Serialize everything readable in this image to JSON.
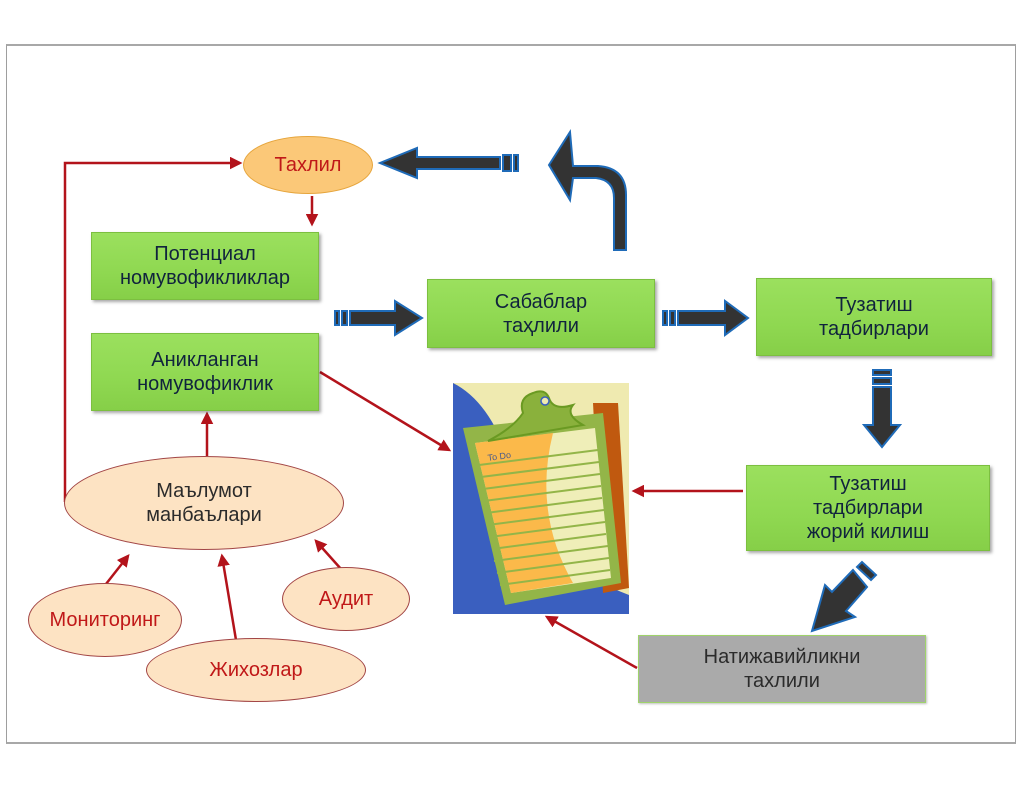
{
  "diagram": {
    "nodes": {
      "tahlil": "Тахлил",
      "potential_line1": "Потенциал",
      "potential_line2": "номувофикликлар",
      "identified_line1": "Аникланган",
      "identified_line2": "номувофиклик",
      "sources_line1": "Маълумот",
      "sources_line2": "манбаълари",
      "monitoring": "Мониторинг",
      "equipment": "Жихозлар",
      "audit": "Аудит",
      "causes_line1": "Сабаблар",
      "causes_line2": "таҳлили",
      "corrective_line1": "Тузатиш",
      "corrective_line2": "тадбирлари",
      "implement_line1": "Тузатиш",
      "implement_line2": "тадбирлари",
      "implement_line3": "жорий килиш",
      "effectiveness_line1": "Натижавийликни",
      "effectiveness_line2": "тахлили"
    },
    "clipboard": {
      "label": "To Do",
      "icon": "clipboard-todo-icon"
    },
    "colors": {
      "process_box": "#8fd851",
      "analysis_oval": "#fbc878",
      "source_oval": "#fde3c3",
      "result_box": "#aaaaaa",
      "connector": "#b3131b",
      "block_arrow_fill": "#333333",
      "block_arrow_outline": "#1f6bb8"
    }
  }
}
